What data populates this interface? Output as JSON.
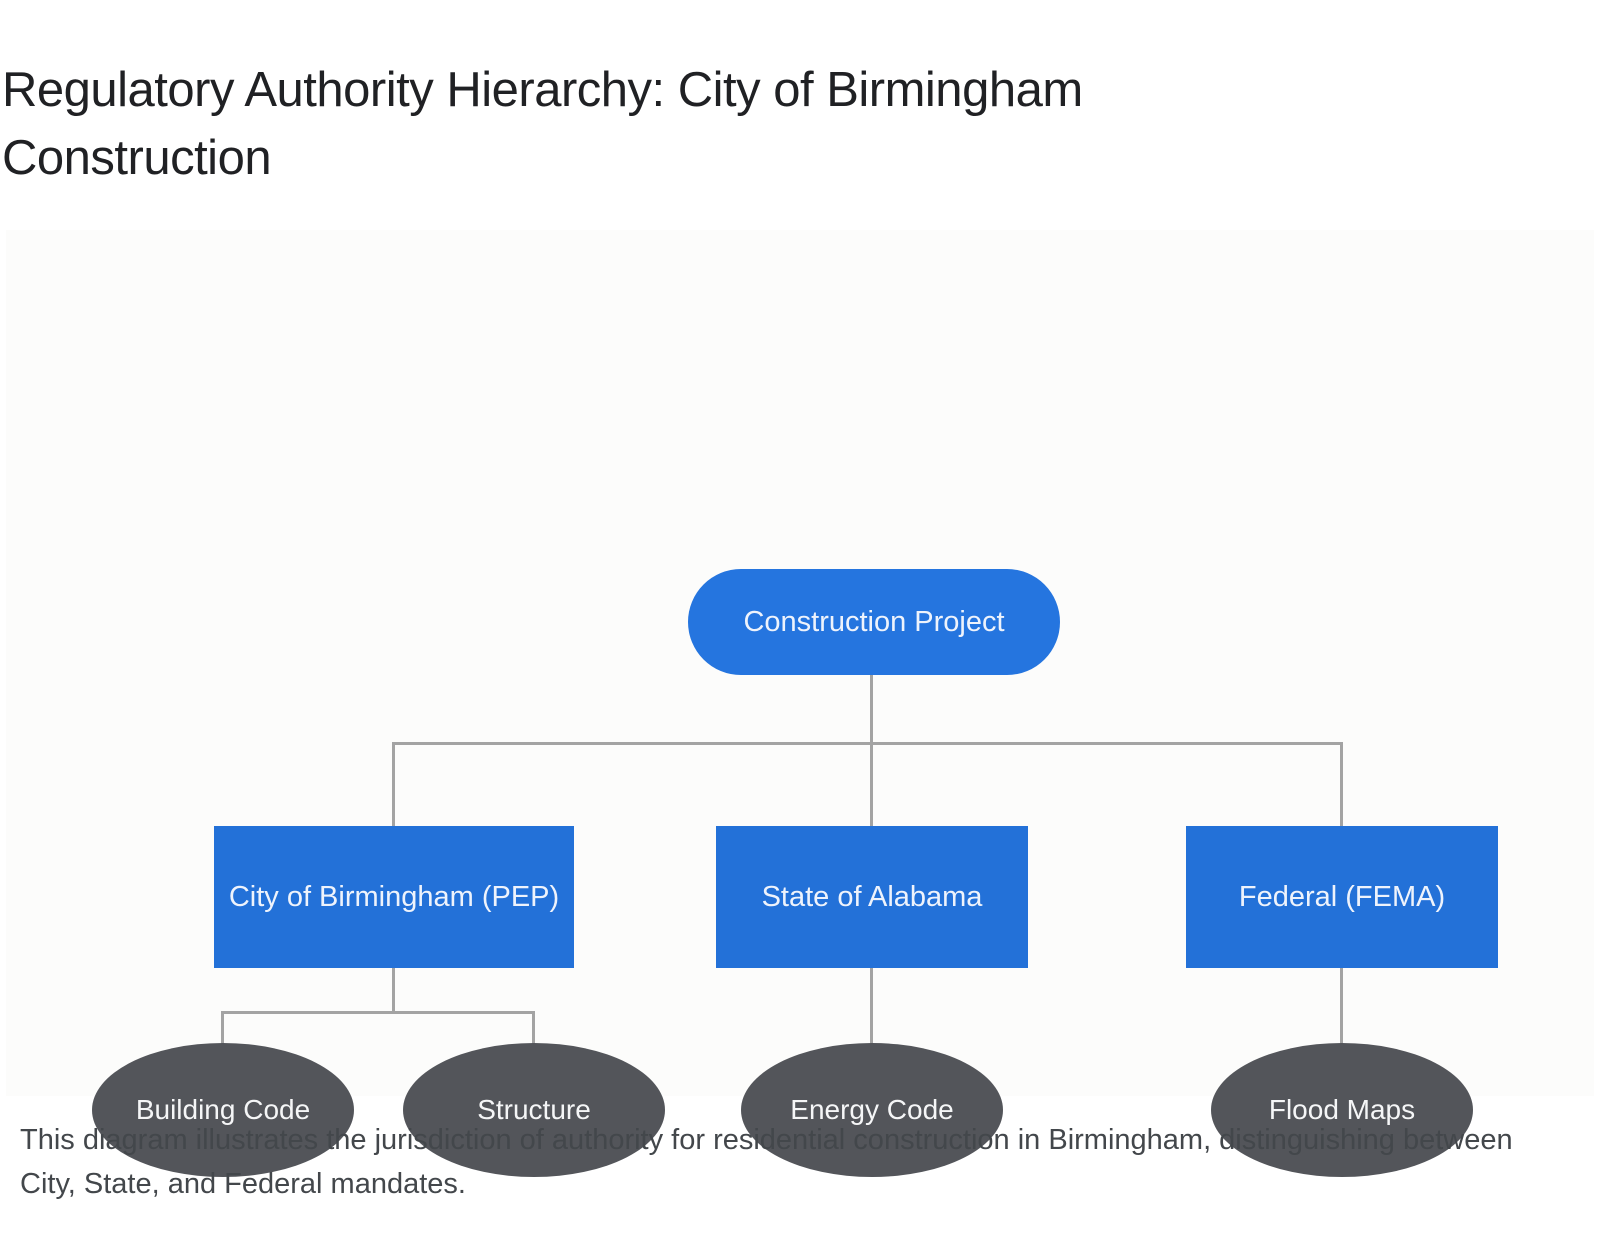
{
  "page": {
    "title": "Regulatory Authority Hierarchy: City of Birmingham Construction",
    "caption_lines": [
      "This diagram illustrates the jurisdiction of authority for residential construction in Birmingham, distinguishing between",
      "City, State, and Federal mandates."
    ]
  },
  "theme": {
    "node_blue": "#2371d8",
    "node_blue_bright": "#2575df",
    "leaf_gray": "#53555a",
    "connector": "#a3a3a3",
    "text_light": "#eef3fc"
  },
  "diagram": {
    "root": {
      "label": "Construction Project"
    },
    "level2": [
      {
        "label": "City of Birmingham (PEP)"
      },
      {
        "label": "State of Alabama"
      },
      {
        "label": "Federal (FEMA)"
      }
    ],
    "level3": [
      {
        "label": "Building Code",
        "parent": "City of Birmingham (PEP)"
      },
      {
        "label": "Structure",
        "parent": "City of Birmingham (PEP)"
      },
      {
        "label": "Energy Code",
        "parent": "State of Alabama"
      },
      {
        "label": "Flood Maps",
        "parent": "Federal (FEMA)"
      }
    ]
  }
}
